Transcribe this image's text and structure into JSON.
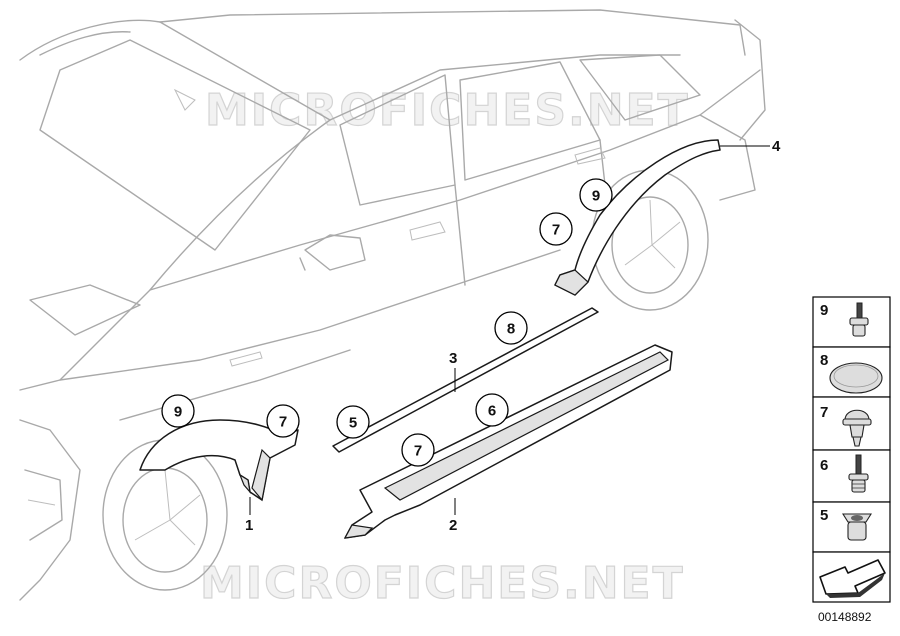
{
  "watermark": {
    "text": "MICROFICHES.NET"
  },
  "callouts": [
    {
      "id": "1",
      "circled": false
    },
    {
      "id": "2",
      "circled": false
    },
    {
      "id": "3",
      "circled": false
    },
    {
      "id": "4",
      "circled": false
    },
    {
      "id": "5",
      "circled": true
    },
    {
      "id": "6",
      "circled": true
    },
    {
      "id": "7",
      "circled": true
    },
    {
      "id": "7",
      "circled": true
    },
    {
      "id": "7",
      "circled": true
    },
    {
      "id": "8",
      "circled": true
    },
    {
      "id": "9",
      "circled": true
    },
    {
      "id": "9",
      "circled": true
    }
  ],
  "legend": {
    "items": [
      {
        "number": "9",
        "icon": "screw-rivet-icon"
      },
      {
        "number": "8",
        "icon": "round-pad-icon"
      },
      {
        "number": "7",
        "icon": "expanding-clip-icon"
      },
      {
        "number": "6",
        "icon": "screw-clip-icon"
      },
      {
        "number": "5",
        "icon": "grommet-nut-icon"
      }
    ],
    "arrow_icon": "direction-arrow-icon"
  },
  "reference_number": "00148892"
}
